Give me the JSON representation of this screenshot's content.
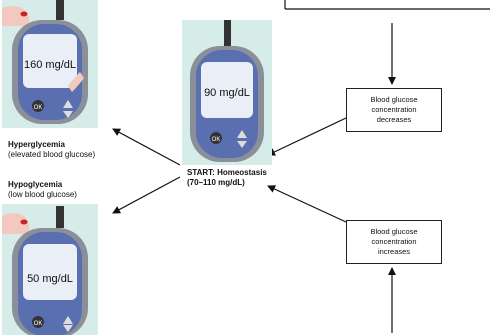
{
  "meters": {
    "hyper": {
      "reading": "160 mg/dL"
    },
    "homeo": {
      "reading": "90 mg/dL"
    },
    "hypo": {
      "reading": "50 mg/dL"
    }
  },
  "labels": {
    "hyper_title": "Hyperglycemia",
    "hyper_sub": "(elevated blood glucose)",
    "hypo_title": "Hypoglycemia",
    "hypo_sub": "(low blood glucose)",
    "start_line1": "START: Homeostasis",
    "start_line2": "(70–110 mg/dL)"
  },
  "boxes": {
    "decreases": [
      "Blood glucose",
      "concentration",
      "decreases"
    ],
    "increases": [
      "Blood glucose",
      "concentration",
      "increases"
    ]
  },
  "meter_button_label": "OK",
  "colors": {
    "meter_bg": "#d6ece8",
    "screen": "#e9eef7",
    "body": "#5a6fb0",
    "frame": "#8a8f99"
  }
}
